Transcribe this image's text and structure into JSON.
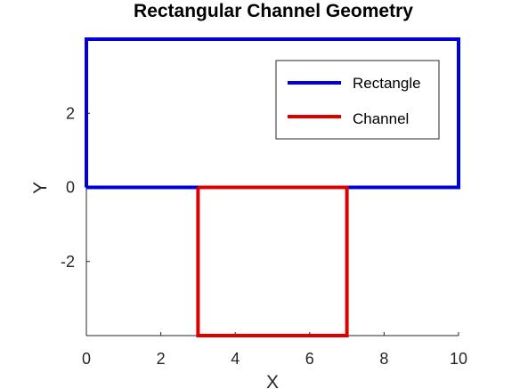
{
  "chart_data": {
    "type": "line",
    "title": "Rectangular Channel Geometry",
    "xlabel": "X",
    "ylabel": "Y",
    "xlim": [
      0,
      10
    ],
    "ylim": [
      -4,
      4
    ],
    "xticks": [
      0,
      2,
      4,
      6,
      8,
      10
    ],
    "yticks": [
      -2,
      0,
      2
    ],
    "grid": false,
    "legend_position": "top-right",
    "series": [
      {
        "name": "Rectangle",
        "color": "#0000dd",
        "x": [
          0,
          10,
          10,
          0,
          0
        ],
        "y": [
          0,
          0,
          4,
          4,
          0
        ]
      },
      {
        "name": "Channel",
        "color": "#dd0000",
        "x": [
          3,
          7,
          7,
          3,
          3
        ],
        "y": [
          0,
          0,
          -4,
          -4,
          0
        ]
      }
    ]
  }
}
